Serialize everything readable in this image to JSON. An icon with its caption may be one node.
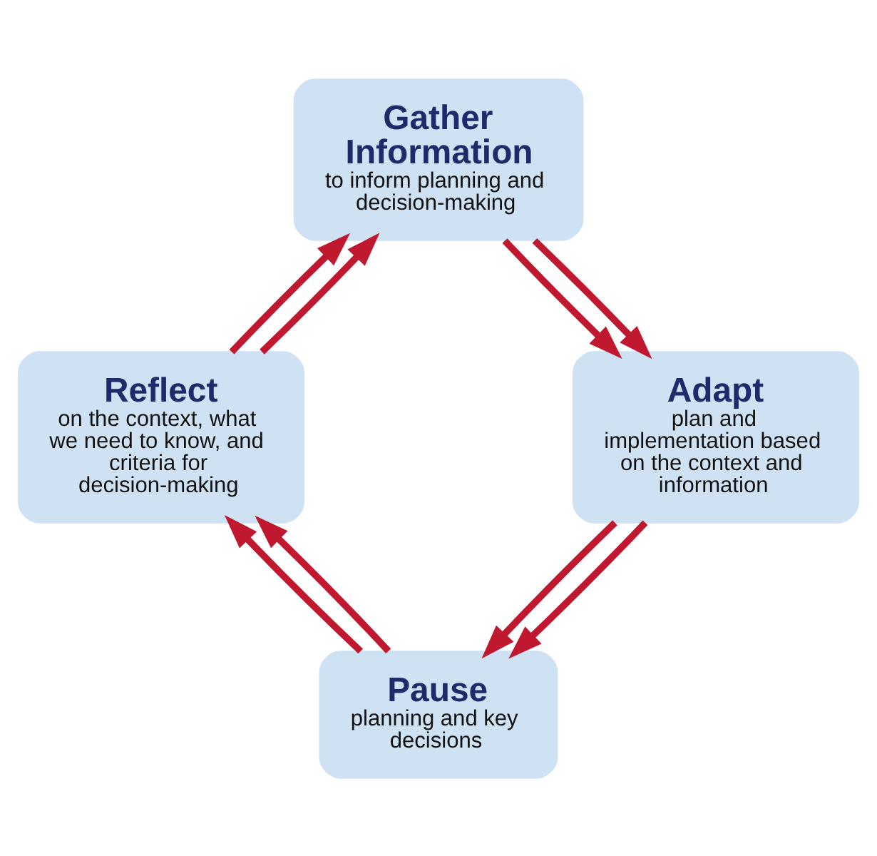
{
  "diagram": {
    "nodes": [
      {
        "text": [
          "Pause",
          "planning and key decisions"
        ]
      },
      {
        "text": [
          "Reflect",
          "on the context, what we need to know, and criteria for decision-making"
        ]
      },
      {
        "text": [
          "Gather Information",
          "to inform planning and decision-making"
        ]
      },
      {
        "text": [
          "Adapt",
          "plan and implementation based on the context and information"
        ]
      }
    ],
    "edges": [
      {
        "from": 0,
        "to": 1,
        "arrow": "to"
      },
      {
        "from": 1,
        "to": 2,
        "arrow": "to"
      },
      {
        "from": 2,
        "to": 3,
        "arrow": "to"
      },
      {
        "from": 3,
        "to": 0,
        "arrow": "to"
      },
      {
        "from": 3,
        "to": 0,
        "arrow": "to"
      },
      {
        "from": 1,
        "to": 2,
        "arrow": "to"
      },
      {
        "from": 2,
        "to": 3,
        "arrow": "to"
      },
      {
        "from": 0,
        "to": 1,
        "arrow": "to"
      }
    ]
  }
}
